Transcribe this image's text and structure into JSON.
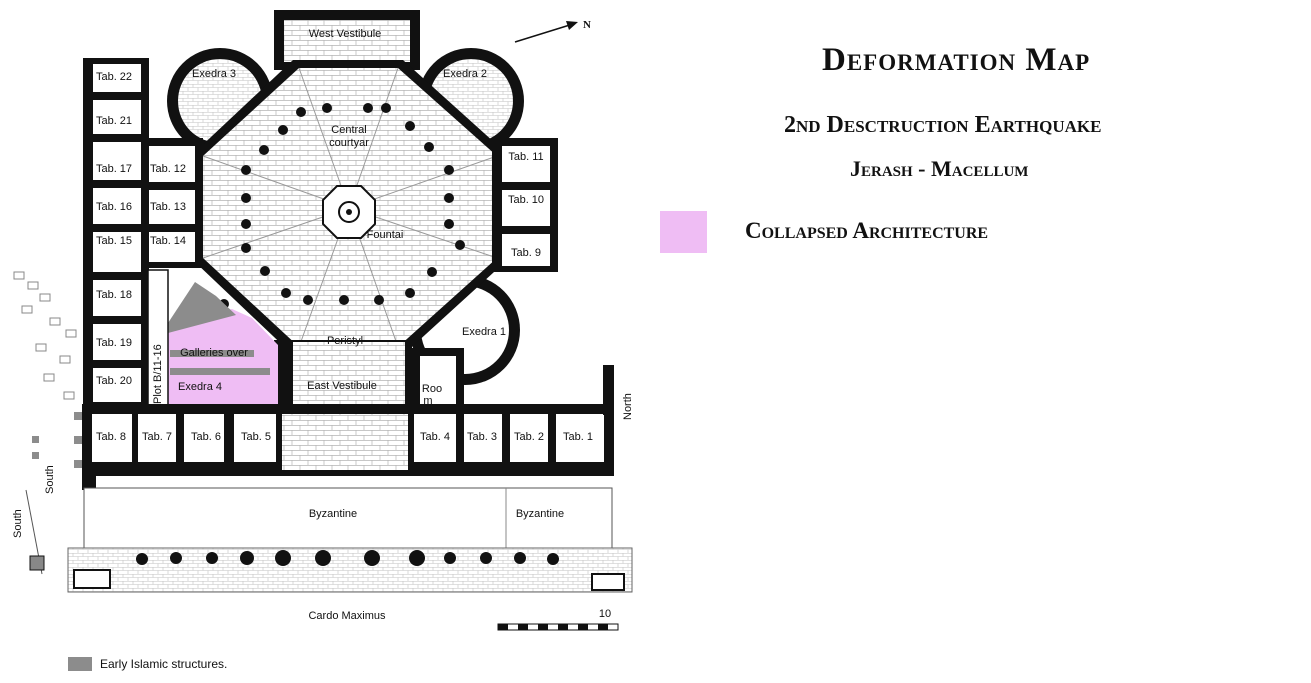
{
  "header": {
    "title": "Deformation Map",
    "subtitle_1": "2nd Desctruction Earthquake",
    "subtitle_2": "Jerash - Macellum"
  },
  "legend": {
    "collapsed_label": "Collapsed Architecture",
    "collapsed_color": "#efbdf4",
    "early_islamic_label": "Early Islamic structures.",
    "early_islamic_color": "#8c8c8c"
  },
  "plan": {
    "rooms": {
      "west_vestibule": "West Vestibule",
      "exedra_1": "Exedra 1",
      "exedra_2": "Exedra 2",
      "exedra_3": "Exedra 3",
      "exedra_4": "Exedra 4",
      "central_courtyard_l1": "Central",
      "central_courtyard_l2": "courtyar",
      "fountain": "Fountai",
      "peristyle": "Peristyl",
      "east_vestibule": "East Vestibule",
      "room_l1": "Roo",
      "room_l2": "m",
      "galleries_over": "Galleries over",
      "plot": "Plot B/11-16",
      "byzantine_left": "Byzantine",
      "byzantine_right": "Byzantine",
      "cardo": "Cardo Maximus",
      "north_label": "North",
      "south_label_1": "South",
      "south_label_2": "South",
      "compass_n": "N",
      "scale_label": "10"
    },
    "tabernae_west": [
      "Tab. 22",
      "Tab. 21",
      "Tab. 17",
      "Tab. 16",
      "Tab. 15",
      "Tab. 18",
      "Tab. 19",
      "Tab. 20"
    ],
    "tabernae_inner": [
      "Tab. 12",
      "Tab. 13",
      "Tab. 14"
    ],
    "tabernae_east": [
      "Tab. 11",
      "Tab. 10",
      "Tab. 9"
    ],
    "tabernae_south": [
      "Tab. 8",
      "Tab. 7",
      "Tab. 6",
      "Tab. 5",
      "Tab. 4",
      "Tab. 3",
      "Tab. 2",
      "Tab. 1"
    ]
  }
}
